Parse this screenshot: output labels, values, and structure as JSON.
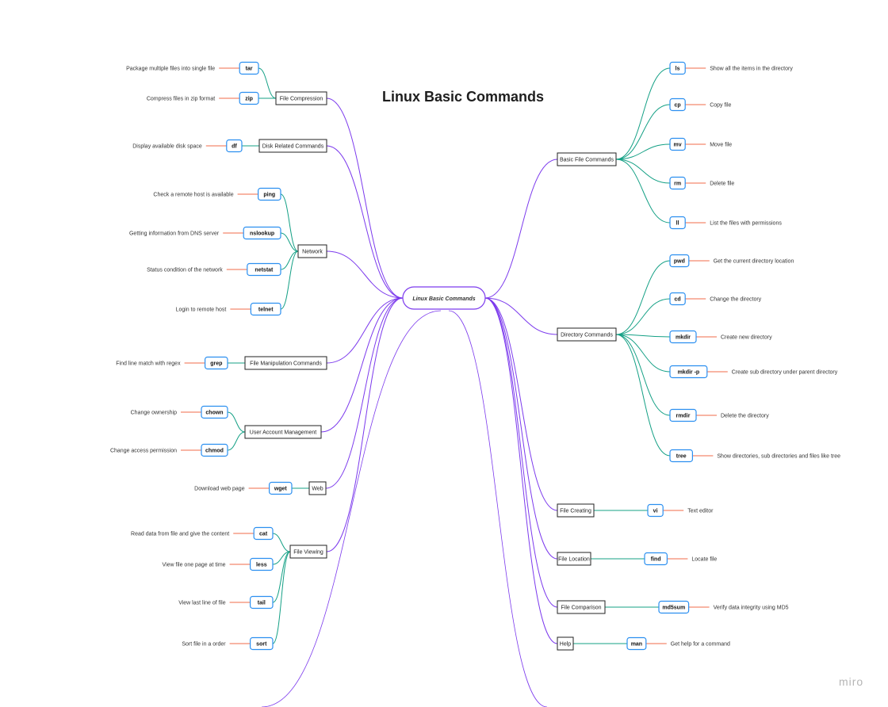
{
  "title": "Linux Basic Commands",
  "center_label": "Linux Basic Commands",
  "watermark": "miro",
  "colors": {
    "branch": "#7c3aed",
    "sub_branch": "#14a085",
    "leaf_line": "#f26b4a",
    "command_border": "#2b8ff0",
    "category_border": "#222222"
  },
  "left_groups": [
    {
      "category": "File Compression",
      "items": [
        {
          "cmd": "tar",
          "desc": "Package multiple files into single file"
        },
        {
          "cmd": "zip",
          "desc": "Compress files in zip format"
        }
      ]
    },
    {
      "category": "Disk Related Commands",
      "items": [
        {
          "cmd": "df",
          "desc": "Display available disk space"
        }
      ]
    },
    {
      "category": "Network",
      "items": [
        {
          "cmd": "ping",
          "desc": "Check a remote host is available"
        },
        {
          "cmd": "nslookup",
          "desc": "Getting information from DNS server"
        },
        {
          "cmd": "netstat",
          "desc": "Status condition of the network"
        },
        {
          "cmd": "telnet",
          "desc": "Login to remote host"
        }
      ]
    },
    {
      "category": "File Manipulation Commands",
      "items": [
        {
          "cmd": "grep",
          "desc": "Find line match with regex"
        }
      ]
    },
    {
      "category": "User Account Management",
      "items": [
        {
          "cmd": "chown",
          "desc": "Change ownership"
        },
        {
          "cmd": "chmod",
          "desc": "Change access permission"
        }
      ]
    },
    {
      "category": "Web",
      "items": [
        {
          "cmd": "wget",
          "desc": "Download web page"
        }
      ]
    },
    {
      "category": "File Viewing",
      "items": [
        {
          "cmd": "cat",
          "desc": "Read data from file and give the content"
        },
        {
          "cmd": "less",
          "desc": "View file one page at time"
        },
        {
          "cmd": "tail",
          "desc": "View last line of file"
        },
        {
          "cmd": "sort",
          "desc": "Sort file in a order"
        }
      ]
    }
  ],
  "right_groups": [
    {
      "category": "Basic File Commands",
      "items": [
        {
          "cmd": "ls",
          "desc": "Show all the items in the directory"
        },
        {
          "cmd": "cp",
          "desc": "Copy file"
        },
        {
          "cmd": "mv",
          "desc": "Move file"
        },
        {
          "cmd": "rm",
          "desc": "Delete file"
        },
        {
          "cmd": "ll",
          "desc": "List the files with permissions"
        }
      ]
    },
    {
      "category": "Directory Commands",
      "items": [
        {
          "cmd": "pwd",
          "desc": "Get the current directory location"
        },
        {
          "cmd": "cd",
          "desc": "Change the directory"
        },
        {
          "cmd": "mkdir",
          "desc": "Create new directory"
        },
        {
          "cmd": "mkdir -p",
          "desc": "Create sub directory under parent directory"
        },
        {
          "cmd": "rmdir",
          "desc": "Delete the directory"
        },
        {
          "cmd": "tree",
          "desc": "Show directories, sub directories and files like tree"
        }
      ]
    },
    {
      "category": "File Creating",
      "items": [
        {
          "cmd": "vi",
          "desc": "Text editor"
        }
      ]
    },
    {
      "category": "File Location",
      "items": [
        {
          "cmd": "find",
          "desc": "Locate file"
        }
      ]
    },
    {
      "category": "File  Comparison",
      "items": [
        {
          "cmd": "md5sum",
          "desc": "Verify data integrity using MD5"
        }
      ]
    },
    {
      "category": "Help",
      "items": [
        {
          "cmd": "man",
          "desc": "Get help for a command"
        }
      ]
    }
  ]
}
